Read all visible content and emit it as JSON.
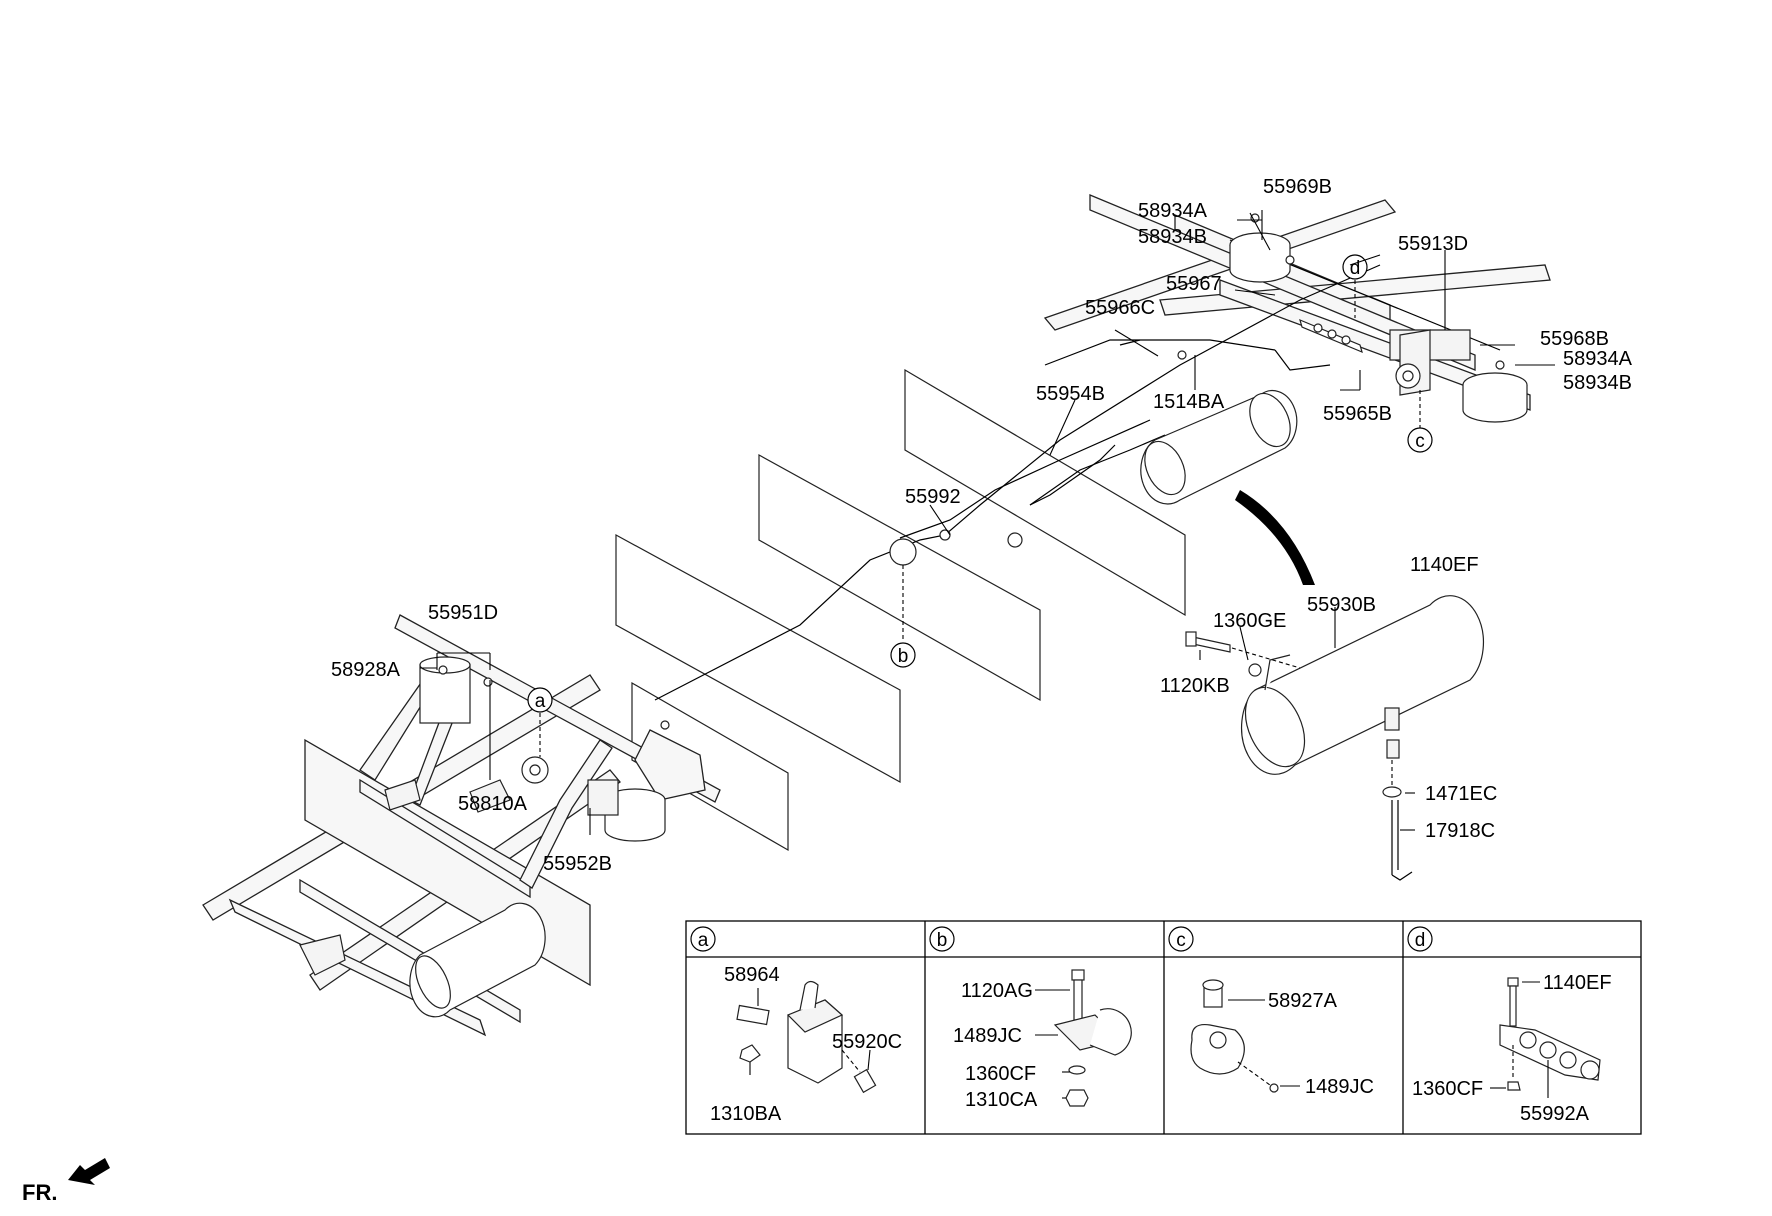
{
  "labels": {
    "p55969B": "55969B",
    "p58934A_top": "58934A",
    "p58934B_top": "58934B",
    "p55913D": "55913D",
    "p55967": "55967",
    "p55966C": "55966C",
    "p55968B": "55968B",
    "p58934A_right": "58934A",
    "p58934B_right": "58934B",
    "p55954B": "55954B",
    "p1514BA": "1514BA",
    "p55965B": "55965B",
    "p55992": "55992",
    "p1140EF": "1140EF",
    "p55930B": "55930B",
    "p1360GE": "1360GE",
    "p1120KB": "1120KB",
    "p55951D": "55951D",
    "p58928A": "58928A",
    "p58810A": "58810A",
    "p55952B": "55952B",
    "p1471EC": "1471EC",
    "p17918C": "17918C"
  },
  "callouts": {
    "a": "a",
    "b": "b",
    "c": "c",
    "d": "d"
  },
  "detail_panels": {
    "a": {
      "letter": "a",
      "parts": {
        "p58964": "58964",
        "p55920C": "55920C",
        "p1310BA": "1310BA"
      }
    },
    "b": {
      "letter": "b",
      "parts": {
        "p1120AG": "1120AG",
        "p1489JC": "1489JC",
        "p1360CF": "1360CF",
        "p1310CA": "1310CA"
      }
    },
    "c": {
      "letter": "c",
      "parts": {
        "p58927A": "58927A",
        "p1489JC": "1489JC"
      }
    },
    "d": {
      "letter": "d",
      "parts": {
        "p1140EF": "1140EF",
        "p1360CF": "1360CF",
        "p55992A": "55992A"
      }
    }
  },
  "orientation": {
    "label": "FR.",
    "icon": "front-arrow-icon"
  }
}
